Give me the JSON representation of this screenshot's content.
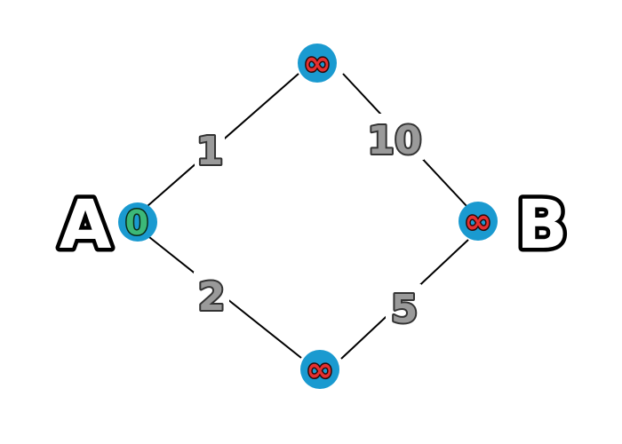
{
  "graph": {
    "nodes": [
      {
        "id": "A",
        "label": "A",
        "distance": "0",
        "distance_color": "#3cb878"
      },
      {
        "id": "top",
        "label": "",
        "distance": "∞",
        "distance_color": "#e53030"
      },
      {
        "id": "bottom",
        "label": "",
        "distance": "∞",
        "distance_color": "#e53030"
      },
      {
        "id": "B",
        "label": "B",
        "distance": "∞",
        "distance_color": "#e53030"
      }
    ],
    "edges": [
      {
        "from": "A",
        "to": "top",
        "weight": "1"
      },
      {
        "from": "top",
        "to": "B",
        "weight": "10"
      },
      {
        "from": "A",
        "to": "bottom",
        "weight": "2"
      },
      {
        "from": "bottom",
        "to": "B",
        "weight": "5"
      }
    ],
    "colors": {
      "node_fill": "#1a9ad0",
      "edge": "#000000",
      "weight_fill": "#9a9a9a",
      "weight_outline": "#333333",
      "label_fill": "#ffffff",
      "label_outline": "#000000"
    }
  }
}
